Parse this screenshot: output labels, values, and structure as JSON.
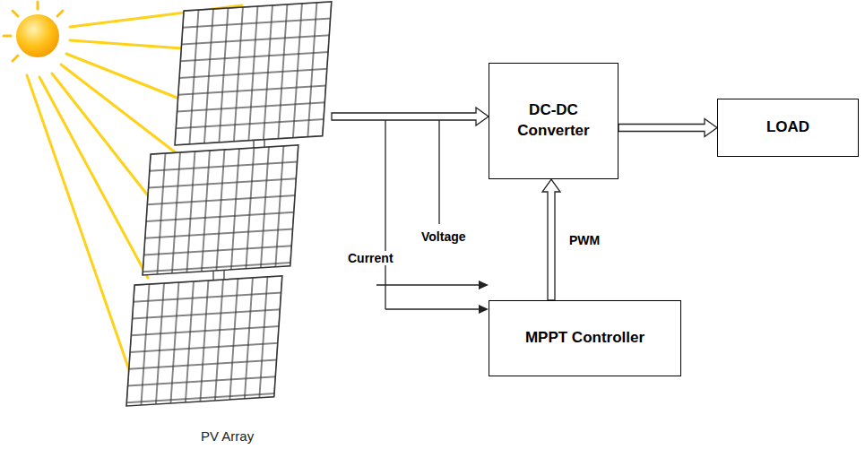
{
  "diagram": {
    "nodes": [
      {
        "text": [
          "DC-DC Converter"
        ]
      },
      {
        "text": [
          "LOAD"
        ]
      },
      {
        "text": [
          "MPPT Controller"
        ]
      }
    ],
    "edges": [
      {
        "from": 0,
        "to": 1,
        "arrow": "to"
      },
      {
        "from": 2,
        "to": 0,
        "label": "PWM",
        "arrow": "to"
      }
    ],
    "labels": [
      "Voltage",
      "Current",
      "PV Array"
    ]
  }
}
